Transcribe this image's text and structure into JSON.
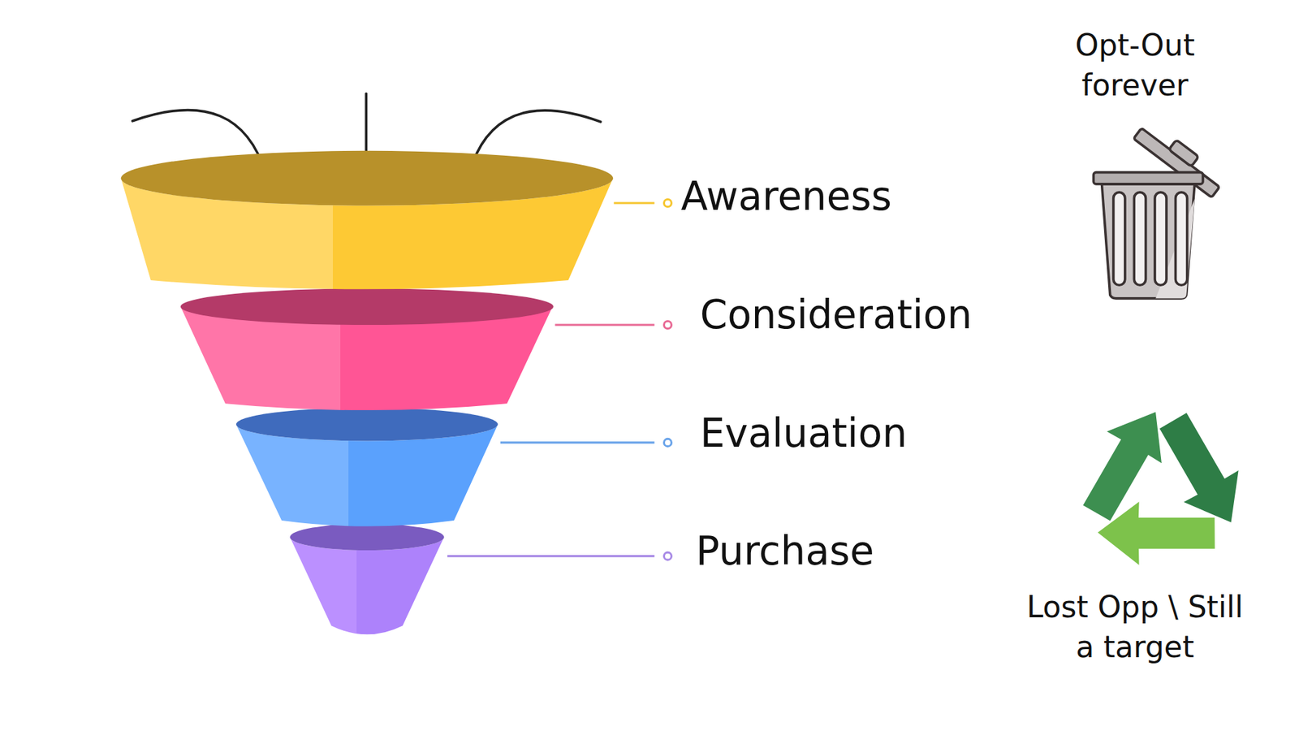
{
  "diagram": {
    "nodes": [
      {
        "text": [
          "Awareness"
        ]
      },
      {
        "text": [
          "Consideration"
        ]
      },
      {
        "text": [
          "Evaluation"
        ]
      },
      {
        "text": [
          "Purchase"
        ]
      }
    ],
    "labels": [
      "Opt-Out forever",
      "Lost Opp \\ Still a target"
    ]
  }
}
